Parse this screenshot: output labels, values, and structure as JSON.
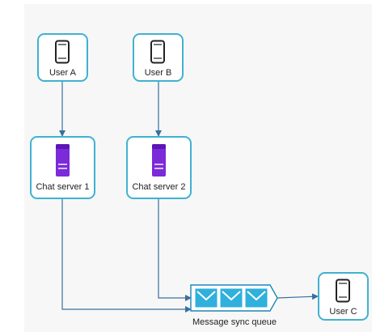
{
  "colors": {
    "node_border": "#3fb2d0",
    "arrow": "#3a6f9f",
    "server": "#7b2bd9",
    "server_dark": "#5a17b4",
    "queue_fill": "#2fb0dd",
    "queue_border": "#1a88b8",
    "background_panel": "#f7f7f7"
  },
  "nodes": {
    "user_a": {
      "label": "User A",
      "icon": "smartphone-icon"
    },
    "user_b": {
      "label": "User B",
      "icon": "smartphone-icon"
    },
    "user_c": {
      "label": "User C",
      "icon": "smartphone-icon"
    },
    "server_1": {
      "label": "Chat server 1",
      "icon": "server-icon"
    },
    "server_2": {
      "label": "Chat server 2",
      "icon": "server-icon"
    },
    "queue": {
      "label": "Message sync queue",
      "icon": "envelope-icon"
    }
  },
  "edges": [
    {
      "from": "User A",
      "to": "Chat server 1"
    },
    {
      "from": "User B",
      "to": "Chat server 2"
    },
    {
      "from": "Chat server 1",
      "to": "Message sync queue"
    },
    {
      "from": "Chat server 2",
      "to": "Message sync queue"
    },
    {
      "from": "Message sync queue",
      "to": "User C"
    }
  ]
}
